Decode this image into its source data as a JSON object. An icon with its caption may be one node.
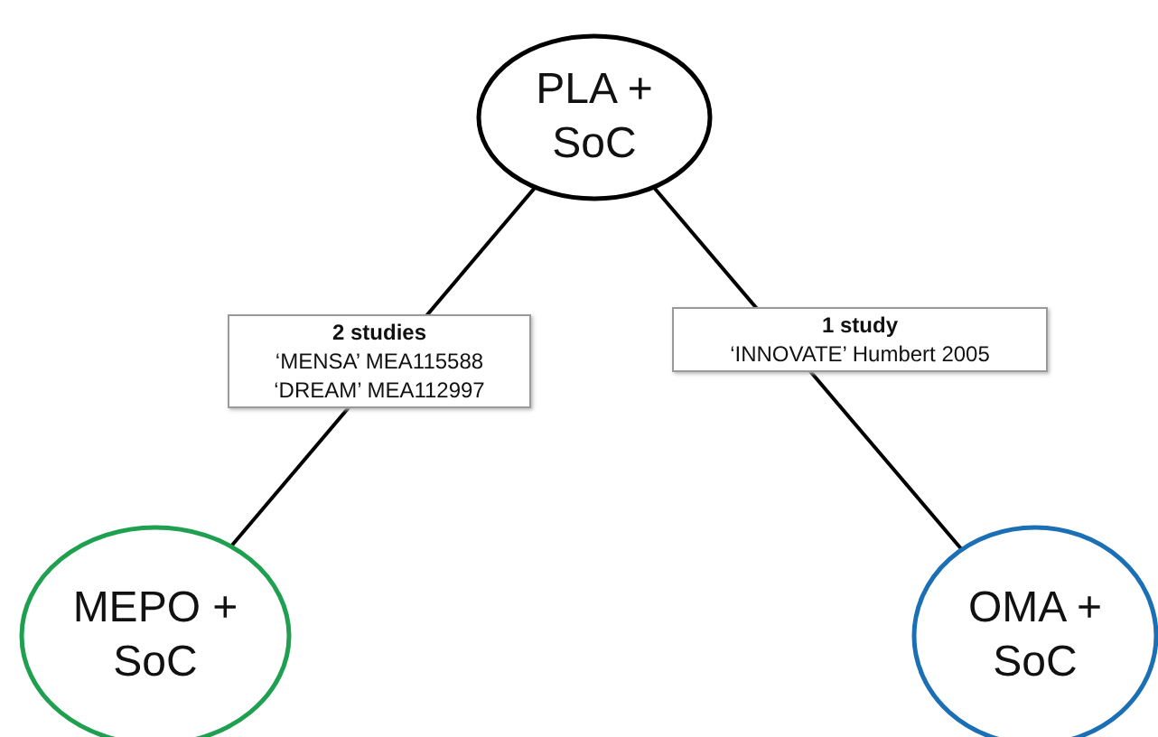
{
  "diagram": {
    "nodes": [
      {
        "text": [
          "PLA + SoC"
        ]
      },
      {
        "text": [
          "MEPO + SoC"
        ]
      },
      {
        "text": [
          "OMA + SoC"
        ]
      }
    ],
    "edges": [
      {
        "from": 0,
        "to": 1,
        "arrow": "none",
        "label": "**2 studies** ‘MENSA’ MEA115588 ‘DREAM’ MEA112997"
      },
      {
        "from": 0,
        "to": 2,
        "arrow": "none",
        "label": "**1 study** ‘INNOVATE’ Humbert 2005"
      }
    ]
  }
}
